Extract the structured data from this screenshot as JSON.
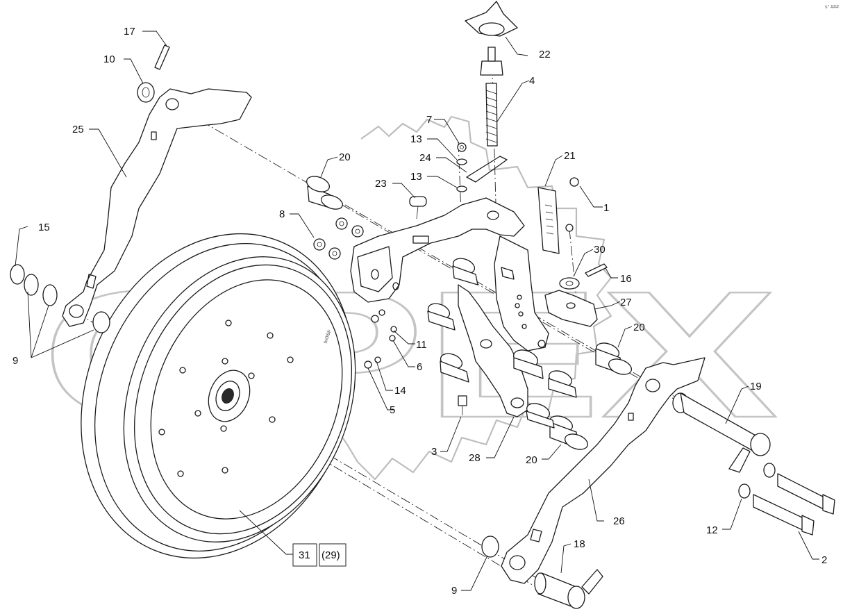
{
  "watermark": "OPEX",
  "corner_mark": "s° ###",
  "callouts": {
    "c1": "1",
    "c2": "2",
    "c3": "3",
    "c4": "4",
    "c5": "5",
    "c6": "6",
    "c7": "7",
    "c8": "8",
    "c9a": "9",
    "c9b": "9",
    "c10": "10",
    "c11": "11",
    "c12": "12",
    "c13a": "13",
    "c13b": "13",
    "c14": "14",
    "c15": "15",
    "c16": "16",
    "c17": "17",
    "c18": "18",
    "c19": "19",
    "c20a": "20",
    "c20b": "20",
    "c20c": "20",
    "c21": "21",
    "c22": "22",
    "c23": "23",
    "c24": "24",
    "c25": "25",
    "c26": "26",
    "c27": "27",
    "c28": "28",
    "c30": "30"
  },
  "assembly_refs": {
    "main": "31",
    "alt": "(29)"
  },
  "tire_text": "tw0l9F"
}
